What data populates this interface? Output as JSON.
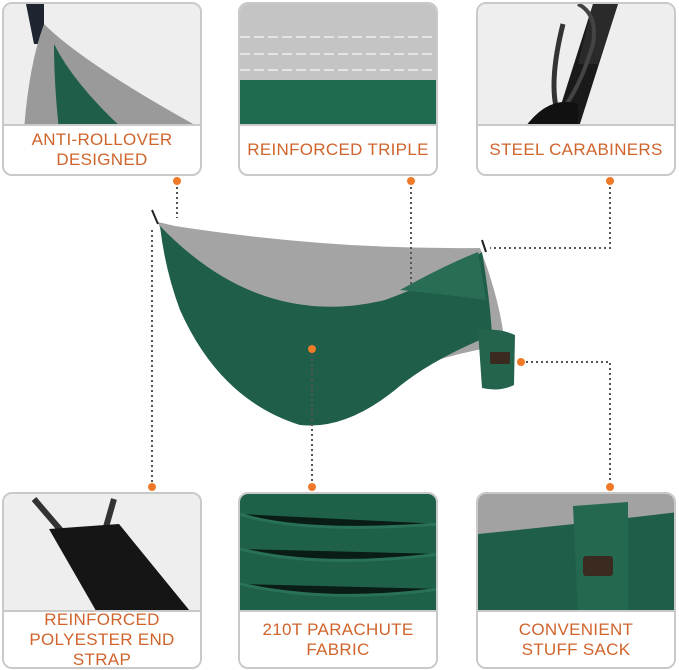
{
  "features": {
    "top": [
      {
        "label": "ANTI-ROLLOVER DESIGNED",
        "lines": [
          "ANTI-ROLLOVER",
          "DESIGNED"
        ]
      },
      {
        "label": "REINFORCED TRIPLE",
        "lines": [
          "REINFORCED TRIPLE"
        ]
      },
      {
        "label": "STEEL CARABINERS",
        "lines": [
          "STEEL CARABINERS"
        ]
      }
    ],
    "bottom": [
      {
        "label": "REINFORCED POLYESTER END STRAP",
        "lines": [
          "REINFORCED",
          "POLYESTER END STRAP"
        ]
      },
      {
        "label": "210T PARACHUTE FABRIC",
        "lines": [
          "210T PARACHUTE",
          "FABRIC"
        ]
      },
      {
        "label": "CONVENIENT STUFF SACK",
        "lines": [
          "CONVENIENT",
          "STUFF SACK"
        ]
      }
    ]
  },
  "colors": {
    "accent": "#d0642c",
    "hammock_green": "#1f5e48",
    "hammock_gray": "#a9a9a9",
    "dot": "#f07a28"
  }
}
